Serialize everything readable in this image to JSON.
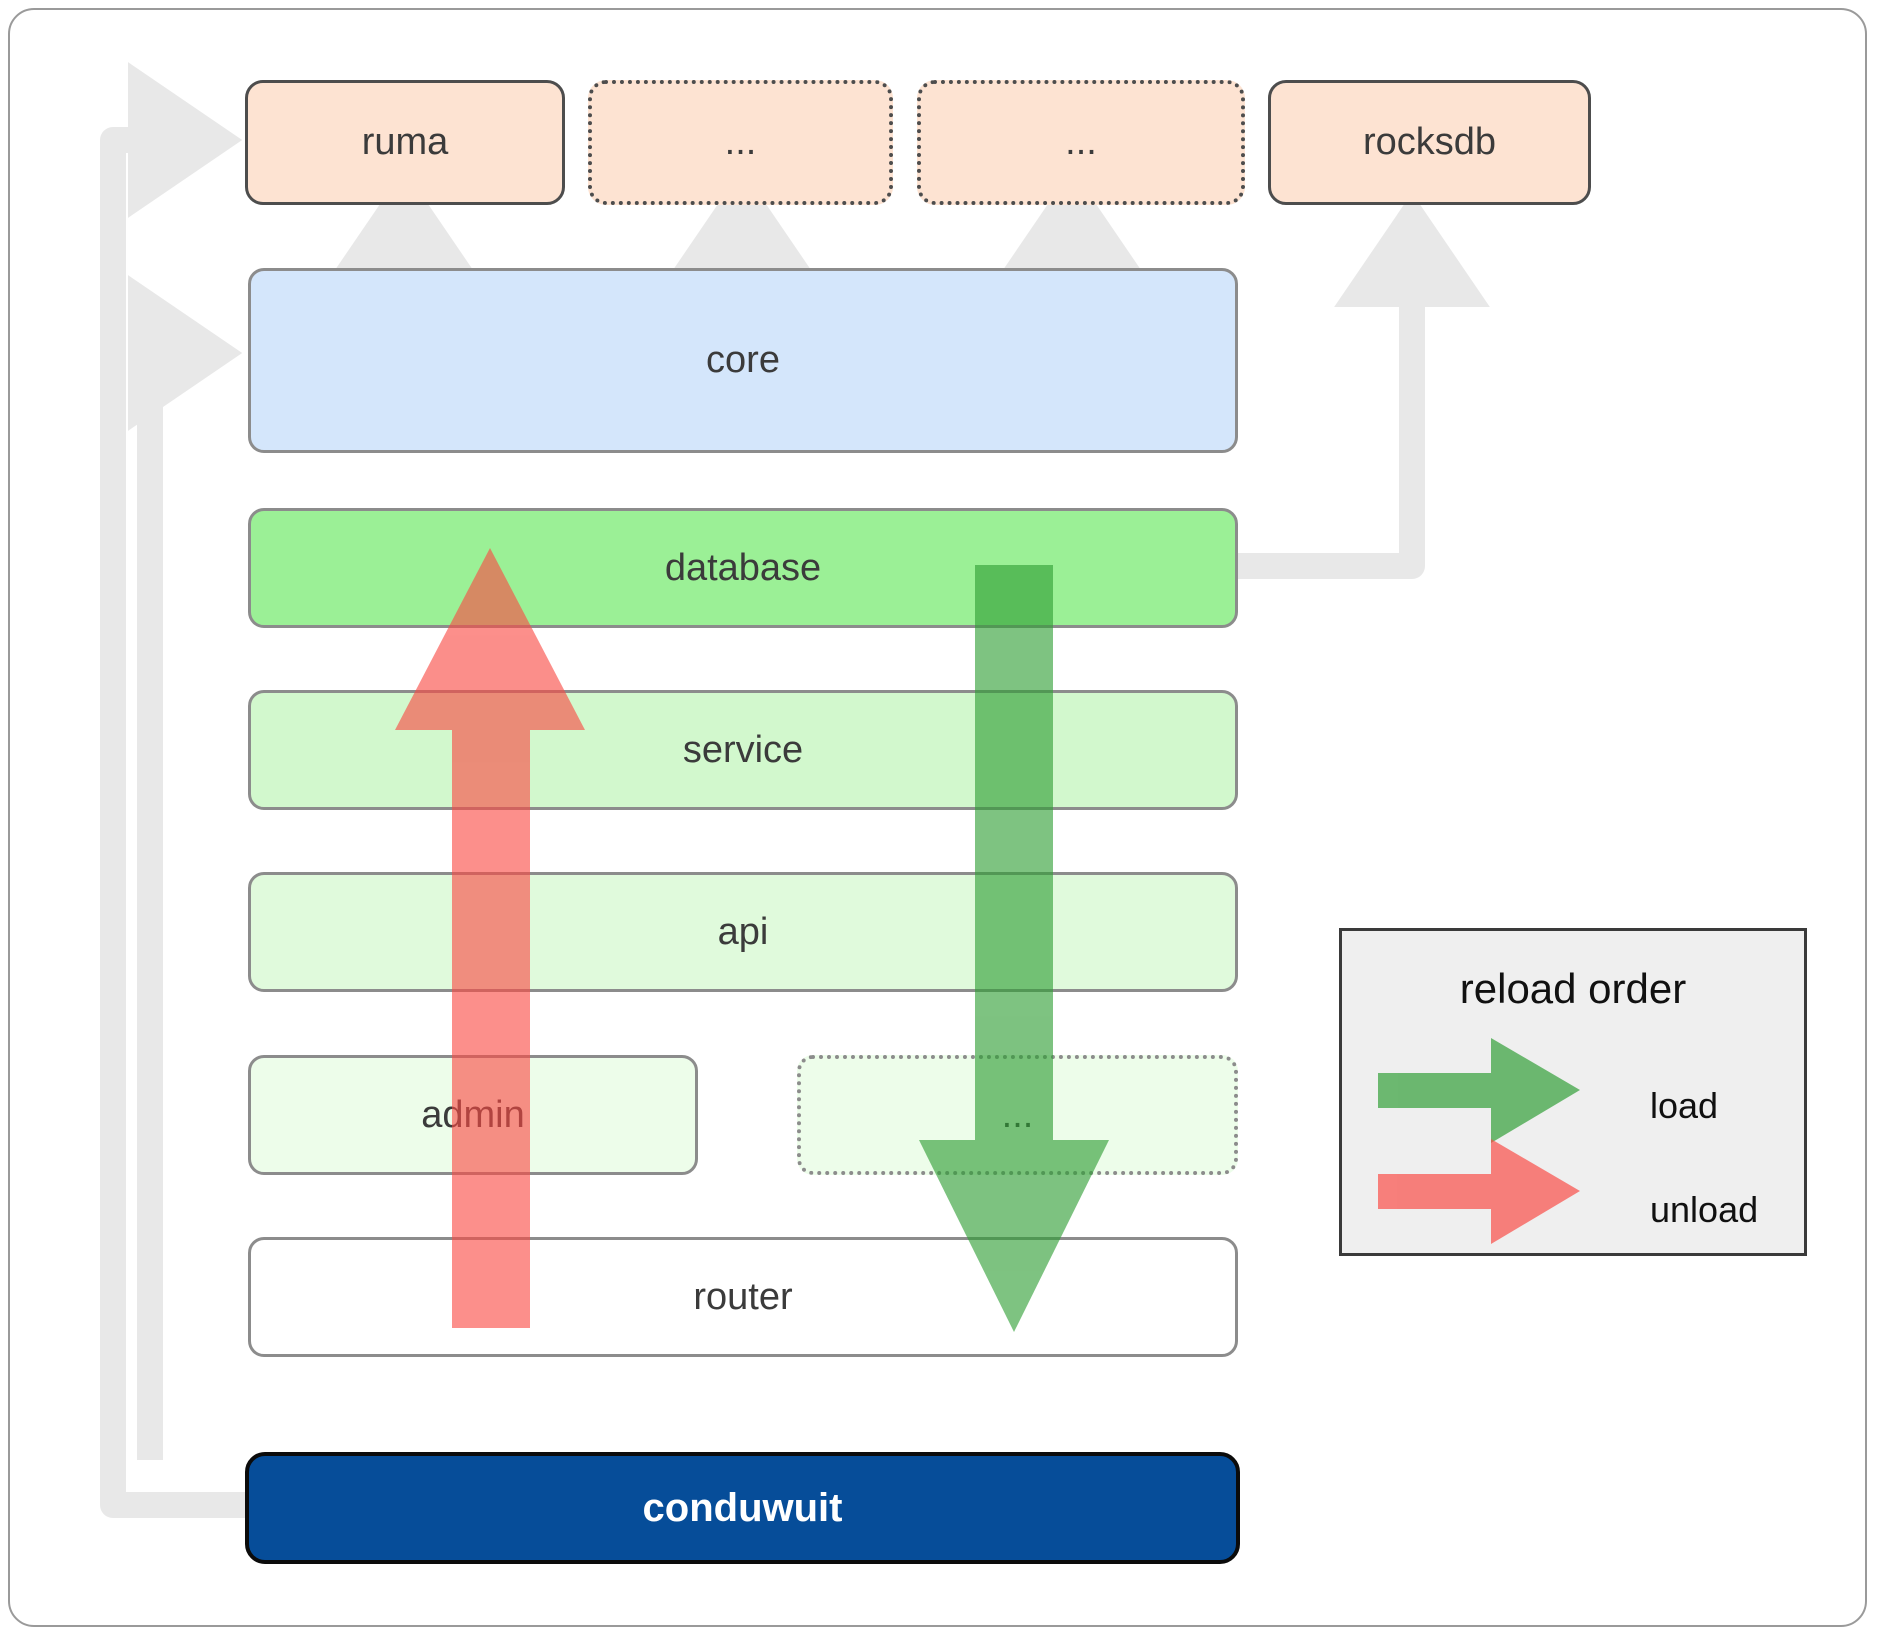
{
  "diagram": {
    "title": "conduwuit crate dependency / reload order diagram",
    "colors": {
      "dependency_fill": "#fde3d2",
      "dependency_stroke": "#4d4d4d",
      "core_fill": "#d4e6fb",
      "database_fill": "#9bf096",
      "service_fill": "#d2f8cd",
      "api_fill": "#e0fadc",
      "admin_fill": "#edfdea",
      "router_fill": "#ffffff",
      "app_fill": "#064d99",
      "app_text": "#ffffff",
      "connector_gray": "#e8e8e8",
      "load_green": "#4caf50",
      "load_green_dark": "#2e9e34",
      "unload_red": "#fa8a86",
      "unload_red_dark": "#fb5a55",
      "legend_fill": "#efefef",
      "legend_stroke": "#3a3a3a",
      "box_stroke": "#8c8c8c"
    },
    "dependencies": [
      {
        "label": "ruma",
        "style": "solid"
      },
      {
        "label": "...",
        "style": "dotted"
      },
      {
        "label": "...",
        "style": "dotted"
      },
      {
        "label": "rocksdb",
        "style": "solid"
      }
    ],
    "core": {
      "label": "core"
    },
    "layers": [
      {
        "label": "database",
        "style": "solid"
      },
      {
        "label": "service",
        "style": "solid"
      },
      {
        "label": "api",
        "style": "solid"
      }
    ],
    "split_row": [
      {
        "label": "admin",
        "style": "solid"
      },
      {
        "label": "...",
        "style": "dotted"
      }
    ],
    "router": {
      "label": "router"
    },
    "app": {
      "label": "conduwuit"
    },
    "legend": {
      "title": "reload order",
      "items": [
        {
          "label": "load",
          "direction": "down",
          "color": "#4caf50"
        },
        {
          "label": "unload",
          "direction": "up",
          "color": "#fa8a86"
        }
      ]
    },
    "flow_arrows": [
      {
        "name": "unload-arrow",
        "label": "unload",
        "from": "router",
        "to": "database",
        "direction": "up",
        "color": "#fa8a86"
      },
      {
        "name": "load-arrow",
        "label": "load",
        "from": "database",
        "to": "router",
        "direction": "down",
        "color": "#4caf50"
      }
    ],
    "connectors": [
      {
        "from": "conduwuit",
        "to": "ruma"
      },
      {
        "from": "conduwuit",
        "to": "core"
      },
      {
        "from": "core",
        "to": "ruma"
      },
      {
        "from": "core",
        "to": "..."
      },
      {
        "from": "core",
        "to": "..."
      },
      {
        "from": "database",
        "to": "rocksdb"
      }
    ]
  }
}
